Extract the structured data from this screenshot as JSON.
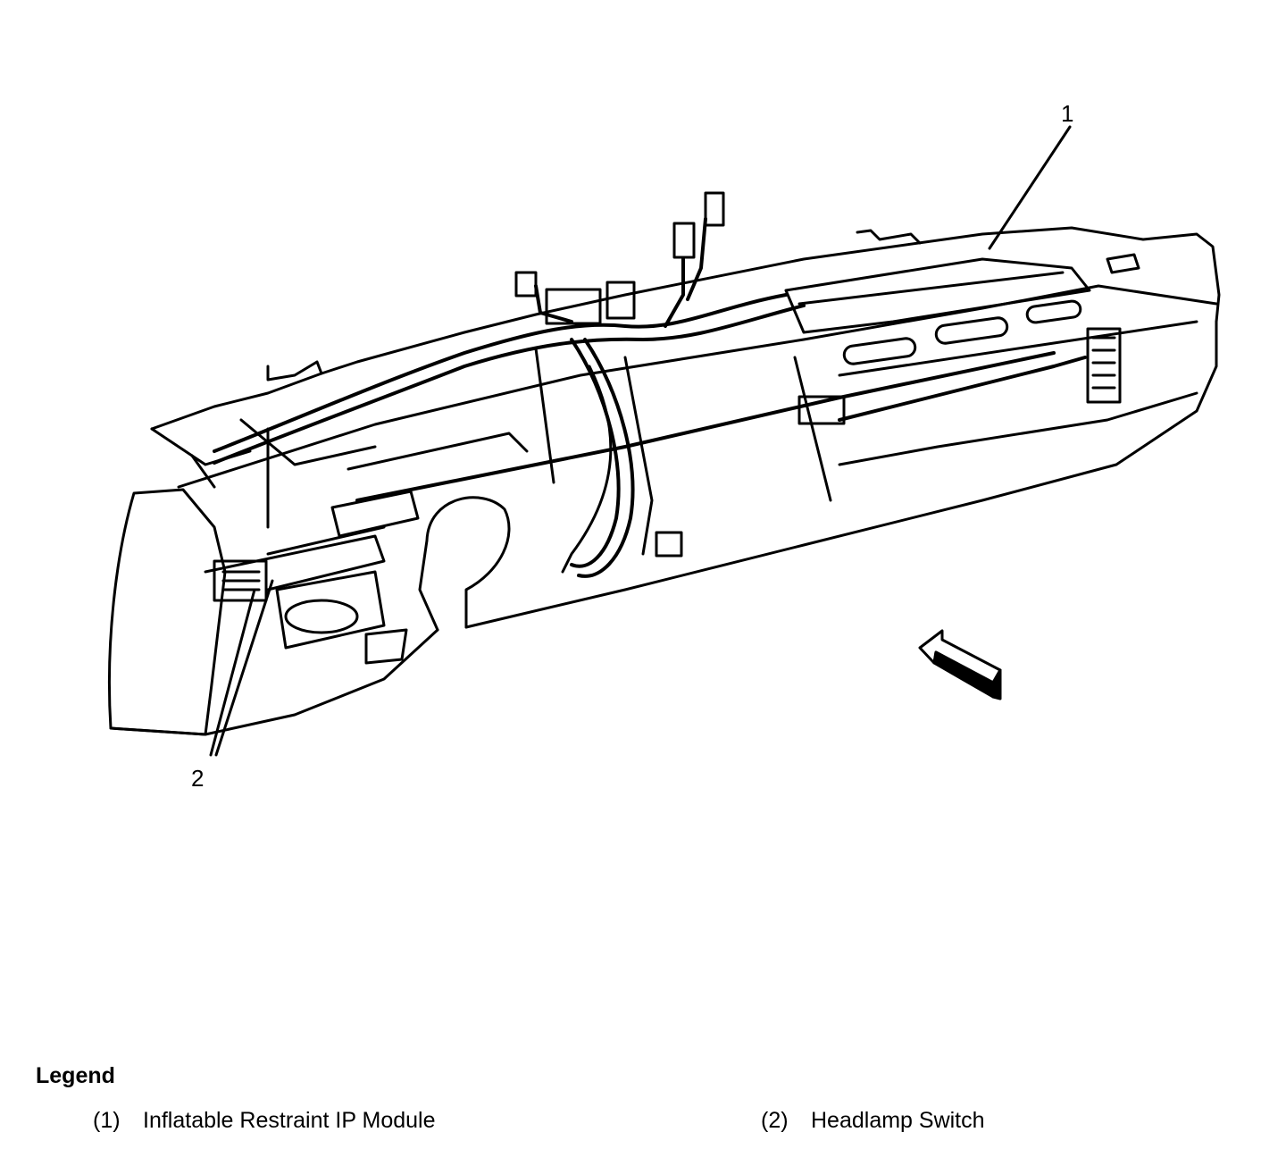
{
  "diagram": {
    "callouts": [
      {
        "id": "1",
        "label": "1"
      },
      {
        "id": "2",
        "label": "2"
      }
    ]
  },
  "legend": {
    "title": "Legend",
    "items": [
      {
        "number": "(1)",
        "label": "Inflatable Restraint IP Module"
      },
      {
        "number": "(2)",
        "label": "Headlamp Switch"
      }
    ]
  },
  "colors": {
    "line": "#000000",
    "background": "#ffffff"
  }
}
